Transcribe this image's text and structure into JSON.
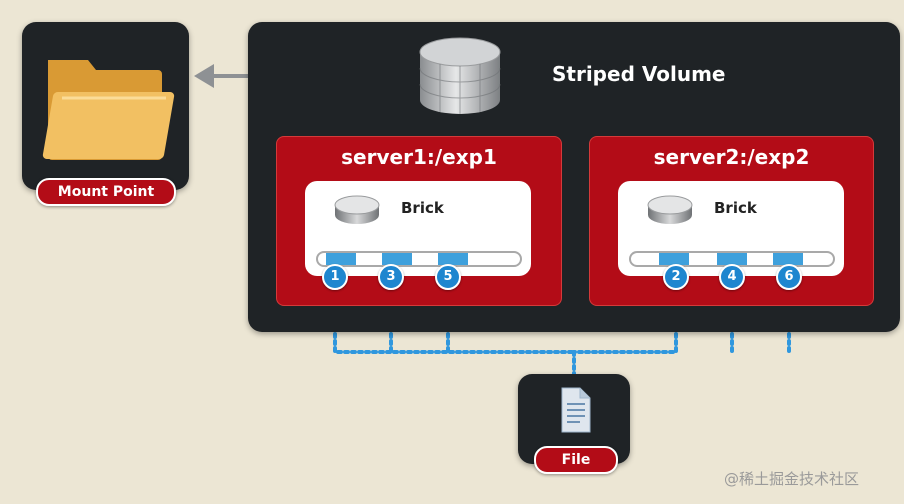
{
  "mount_point": {
    "label": "Mount Point",
    "icon": "folder-icon"
  },
  "volume": {
    "title": "Striped Volume",
    "icon": "database-cylinder-icon"
  },
  "servers": [
    {
      "title": "server1:/exp1",
      "brick_label": "Brick",
      "chunks": [
        "1",
        "3",
        "5"
      ]
    },
    {
      "title": "server2:/exp2",
      "brick_label": "Brick",
      "chunks": [
        "2",
        "4",
        "6"
      ]
    }
  ],
  "file": {
    "label": "File",
    "icon": "document-icon"
  },
  "watermark": "@稀土掘金技术社区",
  "colors": {
    "background": "#ece6d4",
    "panel": "#1f2326",
    "server": "#b30c17",
    "stripe": "#3ea0dc",
    "chunk_circle": "#1e86cf",
    "folder": "#f2c062"
  }
}
